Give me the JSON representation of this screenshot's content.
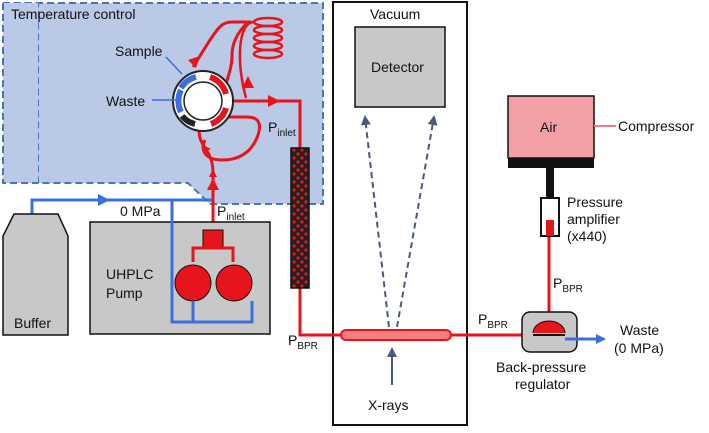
{
  "labels": {
    "temperature_control": "Temperature control",
    "vacuum": "Vacuum",
    "detector": "Detector",
    "sample": "Sample",
    "waste_valve": "Waste",
    "air": "Air",
    "compressor": "Compressor",
    "pressure_amp_1": "Pressure",
    "pressure_amp_2": "amplifier",
    "pressure_amp_3": "(x440)",
    "zero_mpa": "0 MPa",
    "uhplc_1": "UHPLC",
    "uhplc_2": "Pump",
    "buffer": "Buffer",
    "xrays": "X-rays",
    "waste_out_1": "Waste",
    "waste_out_2": "(0 MPa)",
    "bpr_1": "Back-pressure",
    "bpr_2": "regulator",
    "p_main": "P",
    "p_inlet_sub": "inlet",
    "p_bpr_sub": "BPR"
  },
  "colors": {
    "temp_zone_fill": "#b9c9e6",
    "temp_zone_border": "#4a76b8",
    "flow_pressurized": "#e8141b",
    "flow_unpressurized": "#3b6fe0",
    "instrument_gray": "#c8c8c8",
    "air_chamber": "#f2a0a6",
    "compressor_line": "#f07a86",
    "dashed_xray": "#4a5a78"
  }
}
